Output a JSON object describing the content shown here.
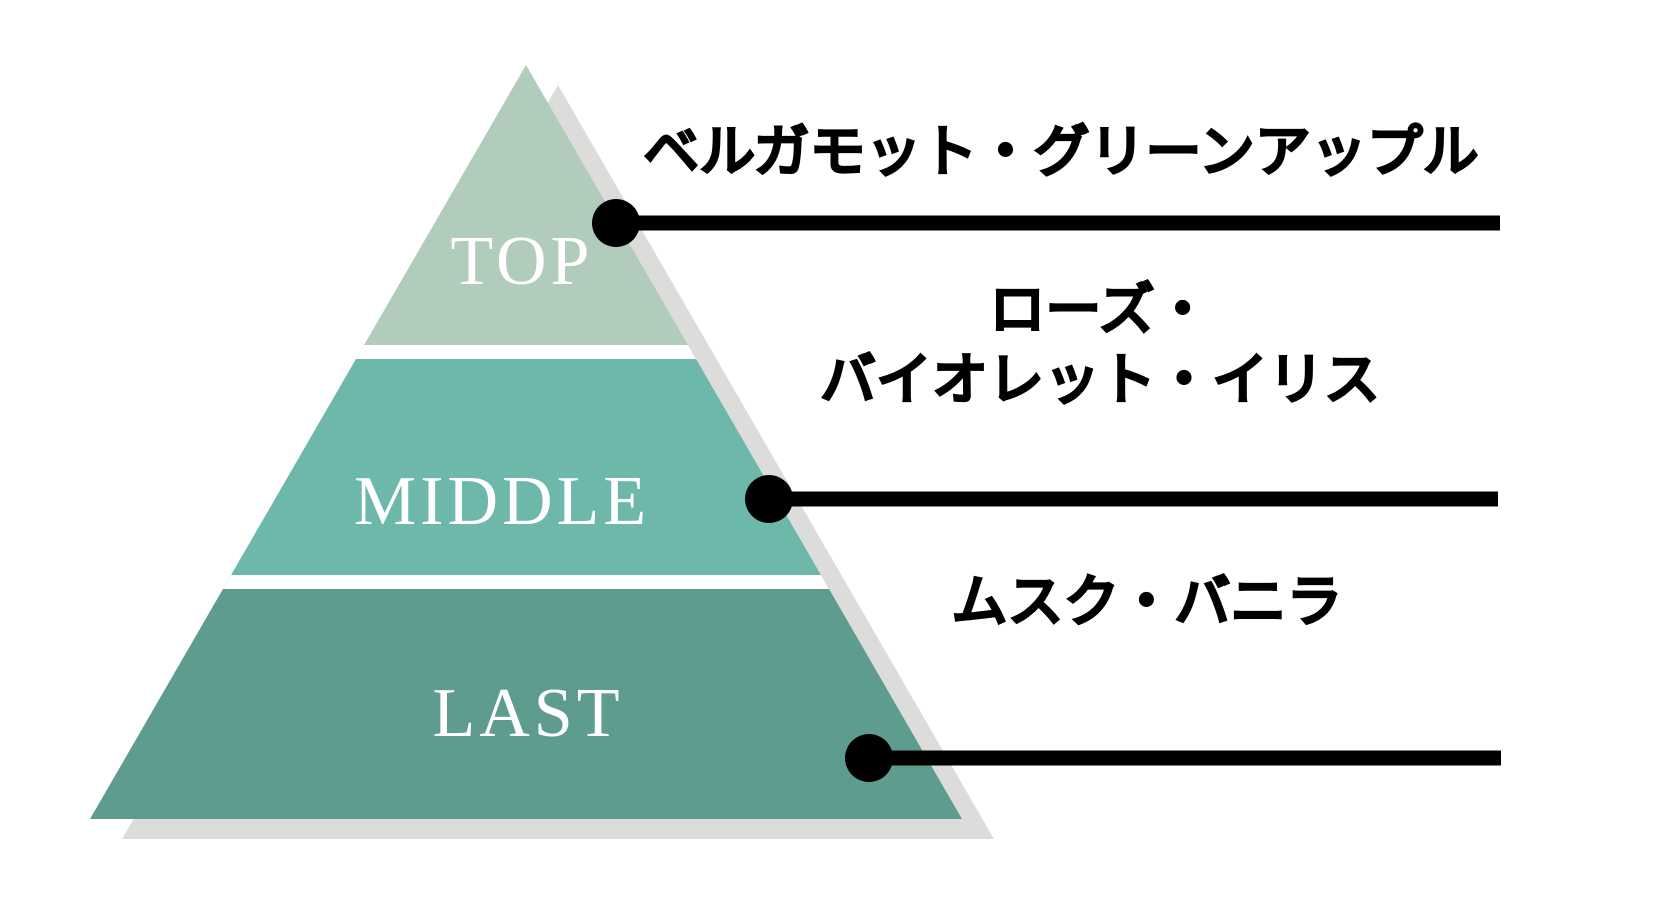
{
  "figure": {
    "type": "fragrance-note-pyramid",
    "background_color": "#ffffff",
    "shadow_color": "#dcdcda",
    "separator_color": "#ffffff",
    "connector_color": "#000000",
    "tier_label_color": "#ffffff",
    "note_text_color": "#000000",
    "tiers": [
      {
        "name": "TOP",
        "color": "#b1ccba",
        "notes": [
          "ベルガモット・グリーンアップル"
        ]
      },
      {
        "name": "MIDDLE",
        "color": "#6eb7ab",
        "notes": [
          "ローズ・",
          "バイオレット・イリス"
        ]
      },
      {
        "name": "LAST",
        "color": "#5f9c90",
        "notes": [
          "ムスク・バニラ"
        ]
      }
    ]
  }
}
